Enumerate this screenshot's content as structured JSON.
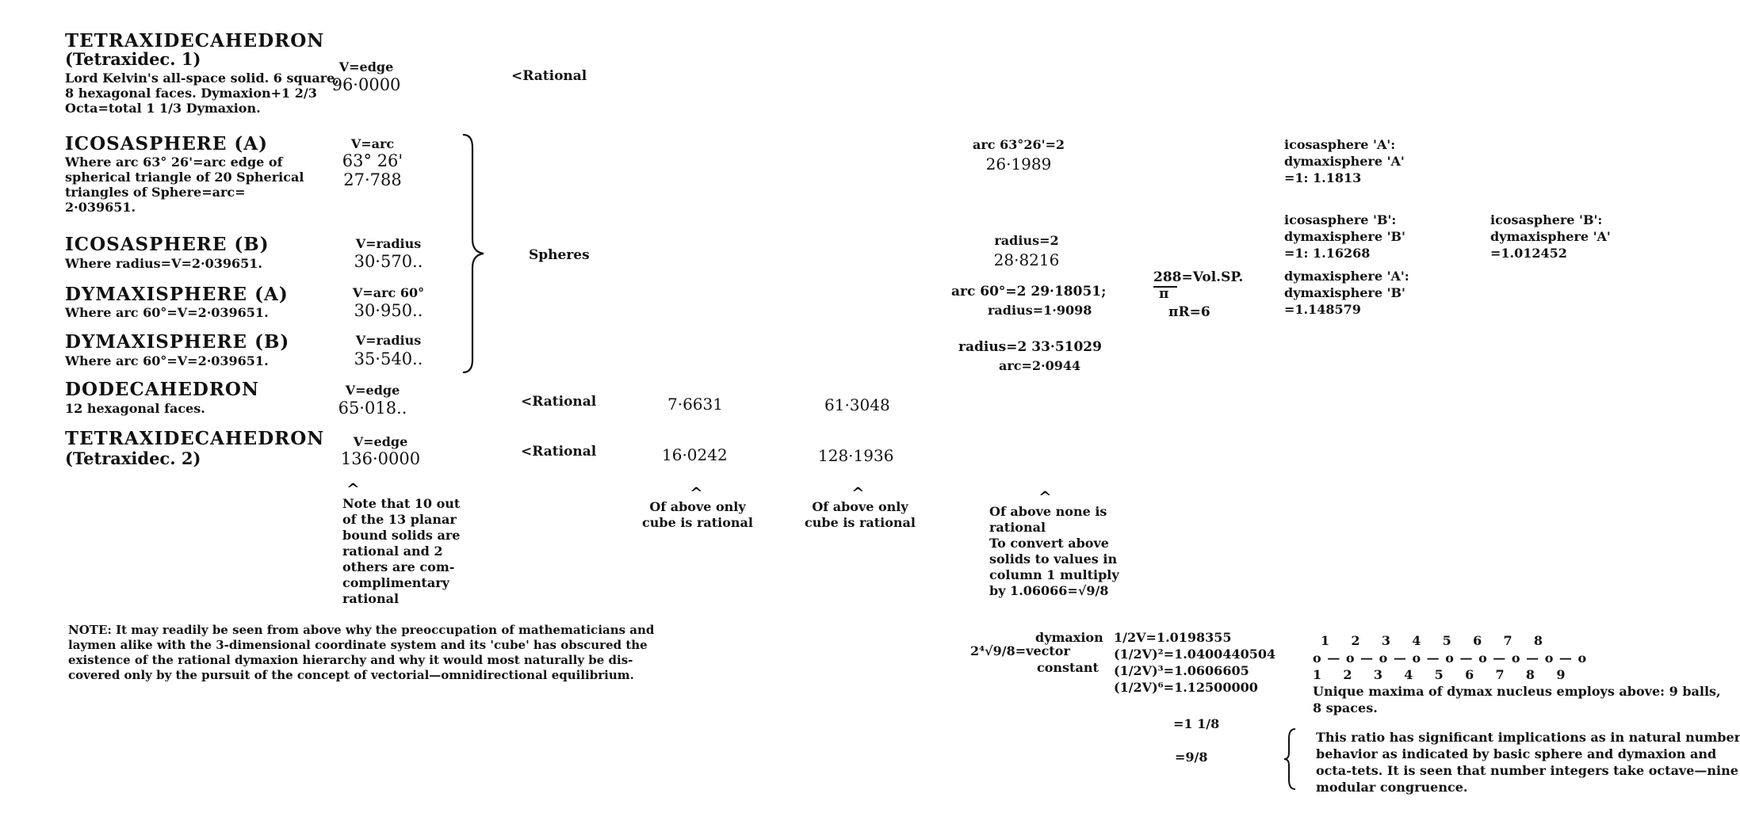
{
  "rows": [
    {
      "title": "TETRAXIDECAHEDRON",
      "subtitle": "(Tetraxidec. 1)",
      "desc": [
        "Lord Kelvin's all-space solid. 6 square,",
        "8 hexagonal faces. Dymaxion+1 2/3",
        "Octa=total 1 1/3 Dymaxion."
      ],
      "vlabel": "V=edge",
      "vvals": [
        "96·0000"
      ]
    },
    {
      "title": "ICOSASPHERE (A)",
      "desc": [
        "Where arc 63° 26'=arc edge of",
        "spherical triangle of 20 Spherical",
        "triangles of Sphere=arc=",
        "2·039651."
      ],
      "vlabel": "V=arc",
      "vvals": [
        "63° 26'",
        "27·788"
      ]
    },
    {
      "title": "ICOSASPHERE (B)",
      "desc": [
        "Where radius=V=2·039651."
      ],
      "vlabel": "V=radius",
      "vvals": [
        "30·570.."
      ]
    },
    {
      "title": "DYMAXISPHERE (A)",
      "desc": [
        "Where arc 60°=V=2·039651."
      ],
      "vlabel": "V=arc 60°",
      "vvals": [
        "30·950.."
      ]
    },
    {
      "title": "DYMAXISPHERE (B)",
      "desc": [
        "Where arc 60°=V=2·039651."
      ],
      "vlabel": "V=radius",
      "vvals": [
        "35·540.."
      ]
    },
    {
      "title": "DODECAHEDRON",
      "desc": [
        "12 hexagonal faces."
      ],
      "vlabel": "V=edge",
      "vvals": [
        "65·018.."
      ]
    },
    {
      "title": "TETRAXIDECAHEDRON",
      "subtitle": "(Tetraxidec. 2)",
      "vlabel": "V=edge",
      "vvals": [
        "136·0000"
      ]
    }
  ],
  "col3": {
    "rational1": "<Rational",
    "spheres": "Spheres",
    "rational2": "<Rational",
    "rational3": "<Rational"
  },
  "col4": {
    "v1": "7·6631",
    "v2": "16·0242"
  },
  "col5": {
    "v1": "61·3048",
    "v2": "128·1936"
  },
  "col6": {
    "a_label": "arc 63°26'=2",
    "a_val": "26·1989",
    "b_label": "radius=2",
    "b_val": "28·8216",
    "c_line1": "arc 60°=2  29·18051;",
    "c_line2": "radius=1·9098",
    "d_line1": "radius=2   33·51029",
    "d_line2": "arc=2·0944"
  },
  "col7": {
    "top": "288=Vol.SP.",
    "pi": "π",
    "bottom": "πR=6"
  },
  "col8": {
    "g1": [
      "icosasphere 'A':",
      "dymaxisphere 'A'",
      "=1: 1.1813"
    ],
    "g2": [
      "icosasphere 'B':",
      "dymaxisphere 'B'",
      "=1: 1.16268"
    ],
    "g3": [
      "dymaxisphere 'A':",
      "dymaxisphere 'B'",
      "=1.148579"
    ]
  },
  "col9": {
    "g1": [
      "icosasphere 'B':",
      "dymaxisphere 'A'",
      "=1.012452"
    ]
  },
  "notes": {
    "caret": "^",
    "n1": [
      "Note that 10 out",
      "of the 13 planar",
      "bound solids are",
      "rational and 2",
      "others are com-",
      "complimentary",
      "rational"
    ],
    "n2": [
      "Of above only",
      "cube is rational"
    ],
    "n3": [
      "Of above only",
      "cube is rational"
    ],
    "n4": [
      "Of above none is",
      "rational",
      "To convert above",
      "solids to values in",
      "column 1 multiply",
      "by 1.06066=√9/8"
    ]
  },
  "bottom_note": [
    "NOTE: It may readily be seen from above why the preoccupation of mathematicians and",
    "laymen alike with the 3-dimensional coordinate system and its 'cube' has obscured the",
    "existence of the rational dymaxion hierarchy and why it would most naturally be dis-",
    "covered only by the pursuit of the concept of vectorial—omnidirectional equilibrium."
  ],
  "formula": {
    "lhs": "2⁴√9/8=vector",
    "label1": "dymaxion",
    "label3": "constant",
    "lines": [
      "1/2V=1.0198355",
      "(1/2V)²=1.0400440504",
      "(1/2V)³=1.0606605",
      "(1/2V)⁶=1.12500000"
    ],
    "eq1": "=1 1/8",
    "eq2": "=9/8"
  },
  "balls": {
    "top": "1    2    3    4    5    6    7    8",
    "row": "o — o — o — o — o — o — o — o — o",
    "bottom": "1    2    3    4    5    6    7    8    9",
    "caption": [
      "Unique maxima of dymax nucleus employs above: 9 balls,",
      "8 spaces."
    ]
  },
  "ratio_note": [
    "This ratio has significant implications as in natural number",
    "behavior as indicated by basic sphere and dymaxion and",
    "octa-tets. It is seen that number integers take octave—nine",
    "modular congruence."
  ]
}
